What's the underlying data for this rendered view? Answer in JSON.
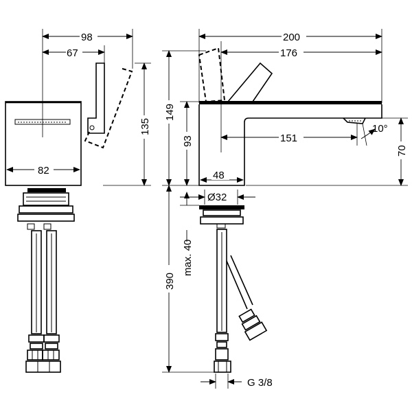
{
  "dimensions": {
    "d98": "98",
    "d67": "67",
    "d135": "135",
    "d82": "82",
    "d200": "200",
    "d176": "176",
    "d149": "149",
    "d93": "93",
    "d151": "151",
    "d10deg": "10°",
    "d70": "70",
    "d48": "48",
    "d32": "Ø32",
    "dmax40": "max. 40",
    "d390": "390",
    "thread": "G 3/8"
  }
}
